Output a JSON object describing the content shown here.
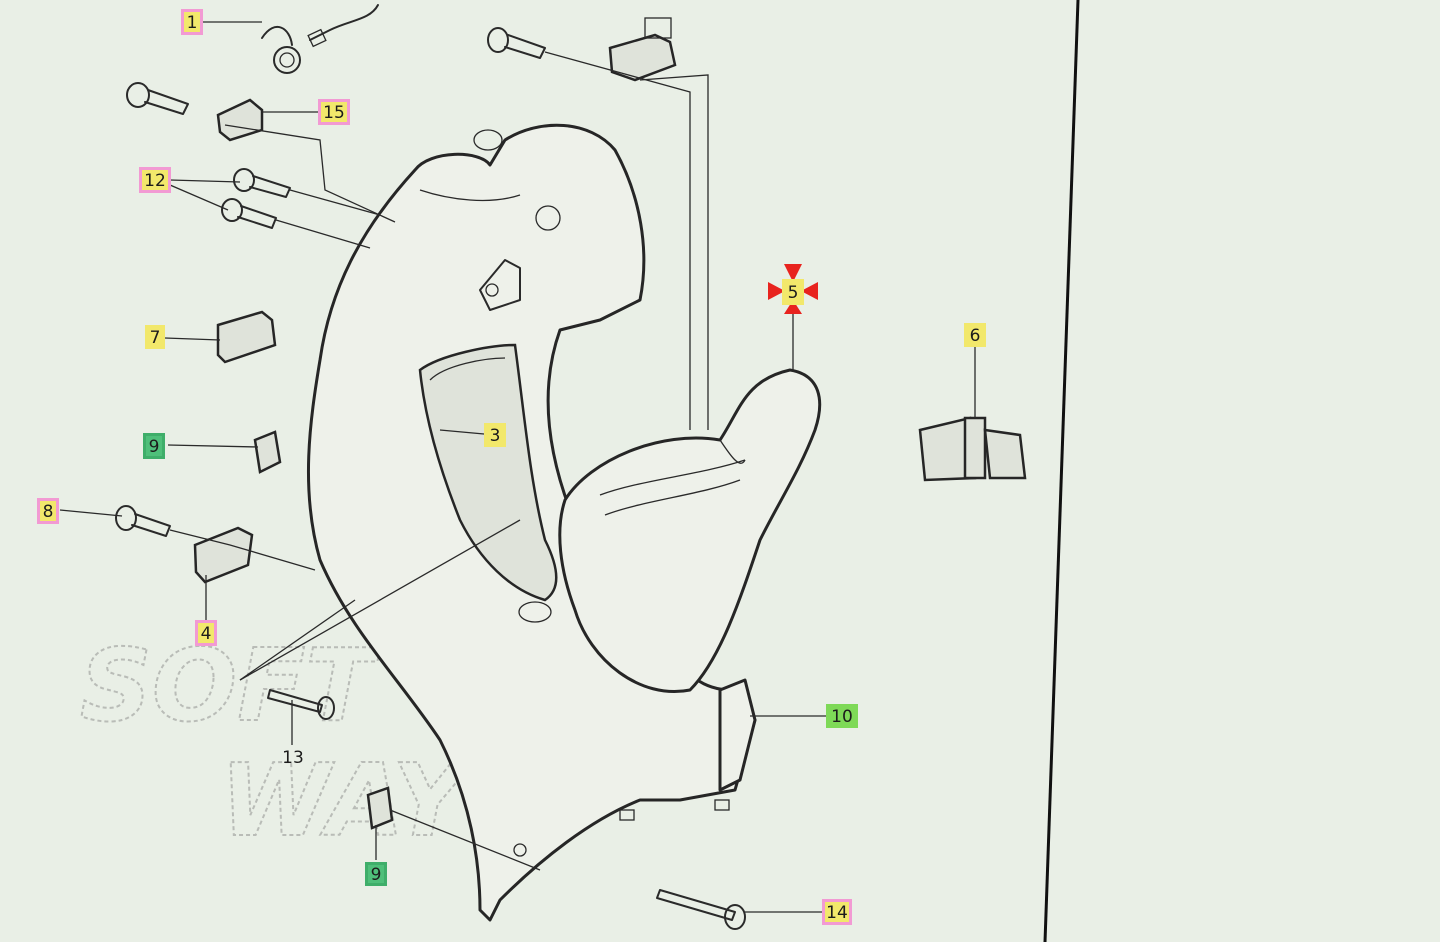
{
  "labels": [
    {
      "id": "1",
      "text": "1",
      "color": "#f29ad3"
    },
    {
      "id": "15",
      "text": "15",
      "color": "#f29ad3"
    },
    {
      "id": "12",
      "text": "12",
      "color": "#f29ad3"
    },
    {
      "id": "7",
      "text": "7",
      "color": "#f2e86b"
    },
    {
      "id": "9a",
      "text": "9",
      "color": "#3fae6a"
    },
    {
      "id": "8",
      "text": "8",
      "color": "#f29ad3"
    },
    {
      "id": "4",
      "text": "4",
      "color": "#f29ad3"
    },
    {
      "id": "13",
      "text": "13",
      "color": "#f2e86b"
    },
    {
      "id": "9b",
      "text": "9",
      "color": "#3fae6a"
    },
    {
      "id": "14",
      "text": "14",
      "color": "#f29ad3"
    },
    {
      "id": "3",
      "text": "3",
      "color": "#f2e86b"
    },
    {
      "id": "5",
      "text": "5",
      "color": "#f2e86b"
    },
    {
      "id": "6",
      "text": "6",
      "color": "#f2e86b"
    },
    {
      "id": "10",
      "text": "10",
      "color": "#7ed957"
    }
  ],
  "selection_color": "#e8231e",
  "watermark": {
    "line1": "SOFT",
    "line2": "WAY"
  },
  "colors": {
    "background": "#e9efe6",
    "divider": "#111111"
  }
}
